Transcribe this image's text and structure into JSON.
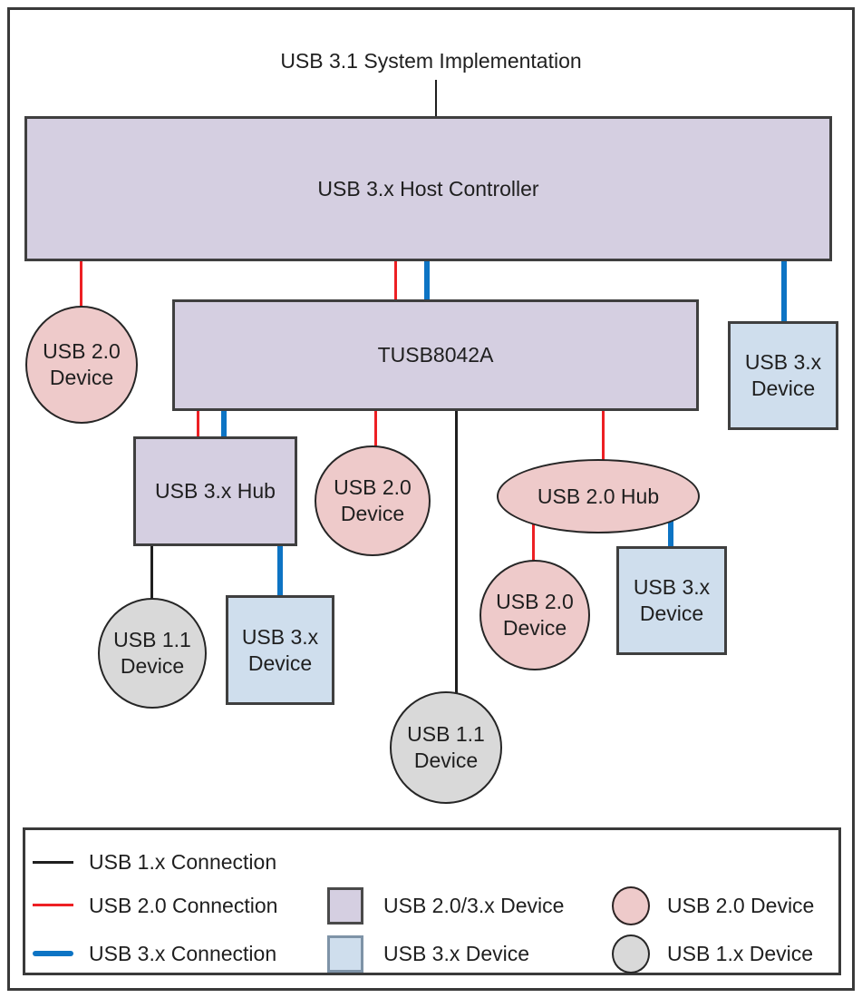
{
  "title": "USB 3.1 System Implementation",
  "nodes": {
    "host_controller": {
      "label": "USB 3.x Host Controller",
      "shape": "rectangle",
      "fill": "#d5cfe1"
    },
    "tusb8042a": {
      "label": "TUSB8042A",
      "shape": "rectangle",
      "fill": "#d5cfe1"
    },
    "usb20_device_left": {
      "label": "USB 2.0\nDevice",
      "shape": "ellipse",
      "fill": "#eecaca"
    },
    "usb3x_device_right": {
      "label": "USB 3.x\nDevice",
      "shape": "square",
      "fill": "#cfdeed"
    },
    "usb3x_hub": {
      "label": "USB 3.x Hub",
      "shape": "rectangle",
      "fill": "#d5cfe1"
    },
    "usb20_device_mid": {
      "label": "USB 2.0\nDevice",
      "shape": "ellipse",
      "fill": "#eecaca"
    },
    "usb20_hub": {
      "label": "USB 2.0 Hub",
      "shape": "ellipse",
      "fill": "#eecaca"
    },
    "usb11_device_left": {
      "label": "USB 1.1\nDevice",
      "shape": "ellipse",
      "fill": "#d9d9d9"
    },
    "usb3x_device_mid": {
      "label": "USB 3.x\nDevice",
      "shape": "square",
      "fill": "#cfdeed"
    },
    "usb20_device_bottom": {
      "label": "USB 2.0\nDevice",
      "shape": "ellipse",
      "fill": "#eecaca"
    },
    "usb3x_device_bottom": {
      "label": "USB 3.x\nDevice",
      "shape": "square",
      "fill": "#cfdeed"
    },
    "usb11_device_bottom": {
      "label": "USB 1.1\nDevice",
      "shape": "ellipse",
      "fill": "#d9d9d9"
    }
  },
  "legend": {
    "connections": [
      {
        "label": "USB 1.x Connection",
        "color": "#1f1f1f",
        "style": "thin"
      },
      {
        "label": "USB 2.0 Connection",
        "color": "#ed2024",
        "style": "thin"
      },
      {
        "label": "USB 3.x Connection",
        "color": "#0d74c4",
        "style": "thick"
      }
    ],
    "shapes": [
      {
        "label": "USB 2.0/3.x Device",
        "shape": "square",
        "fill": "#d5cfe1"
      },
      {
        "label": "USB 3.x Device",
        "shape": "square",
        "fill": "#cfdeed"
      },
      {
        "label": "USB 2.0 Device",
        "shape": "circle",
        "fill": "#eecaca"
      },
      {
        "label": "USB 1.x Device",
        "shape": "circle",
        "fill": "#d9d9d9"
      }
    ]
  },
  "colors": {
    "usb1_connection": "#1f1f1f",
    "usb2_connection": "#ed2024",
    "usb3_connection": "#0d74c4",
    "usb20_3x_device_fill": "#d5cfe1",
    "usb3x_device_fill": "#cfdeed",
    "usb20_device_fill": "#eecaca",
    "usb1x_device_fill": "#d9d9d9"
  }
}
